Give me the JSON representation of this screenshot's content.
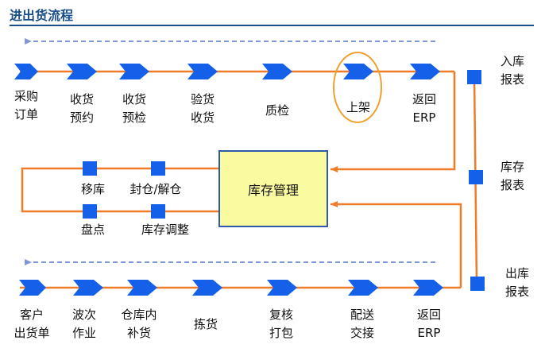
{
  "title": "进出货流程",
  "inbound_steps": [
    {
      "line1": "采购",
      "line2": "订单"
    },
    {
      "line1": "收货",
      "line2": "预约"
    },
    {
      "line1": "收货",
      "line2": "预检"
    },
    {
      "line1": "验货",
      "line2": "收货"
    },
    {
      "line1": "质检",
      "line2": ""
    },
    {
      "line1": "上架",
      "line2": ""
    },
    {
      "line1": "返回",
      "line2": "ERP"
    }
  ],
  "inventory_ops": [
    {
      "label": "移库"
    },
    {
      "label": "封仓/解仓"
    },
    {
      "label": "盘点"
    },
    {
      "label": "库存调整"
    }
  ],
  "center_box": {
    "label": "库存管理"
  },
  "reports": [
    {
      "line1": "入库",
      "line2": "报表"
    },
    {
      "line1": "库存",
      "line2": "报表"
    },
    {
      "line1": "出库",
      "line2": "报表"
    }
  ],
  "outbound_steps": [
    {
      "line1": "客户",
      "line2": "出货单"
    },
    {
      "line1": "波次",
      "line2": "作业"
    },
    {
      "line1": "仓库内",
      "line2": "补货"
    },
    {
      "line1": "拣货",
      "line2": ""
    },
    {
      "line1": "复核",
      "line2": "打包"
    },
    {
      "line1": "配送",
      "line2": "交接"
    },
    {
      "line1": "返回",
      "line2": "ERP"
    }
  ],
  "highlighted_step": "上架",
  "colors": {
    "title": "#1a4e8a",
    "flow_line": "#f07c2a",
    "node": "#1560e8",
    "dashed_arrow": "#7f97d4",
    "center_fill": "#fafaa0",
    "center_border": "#2e5aa8",
    "highlight_ring": "#f0a030"
  }
}
